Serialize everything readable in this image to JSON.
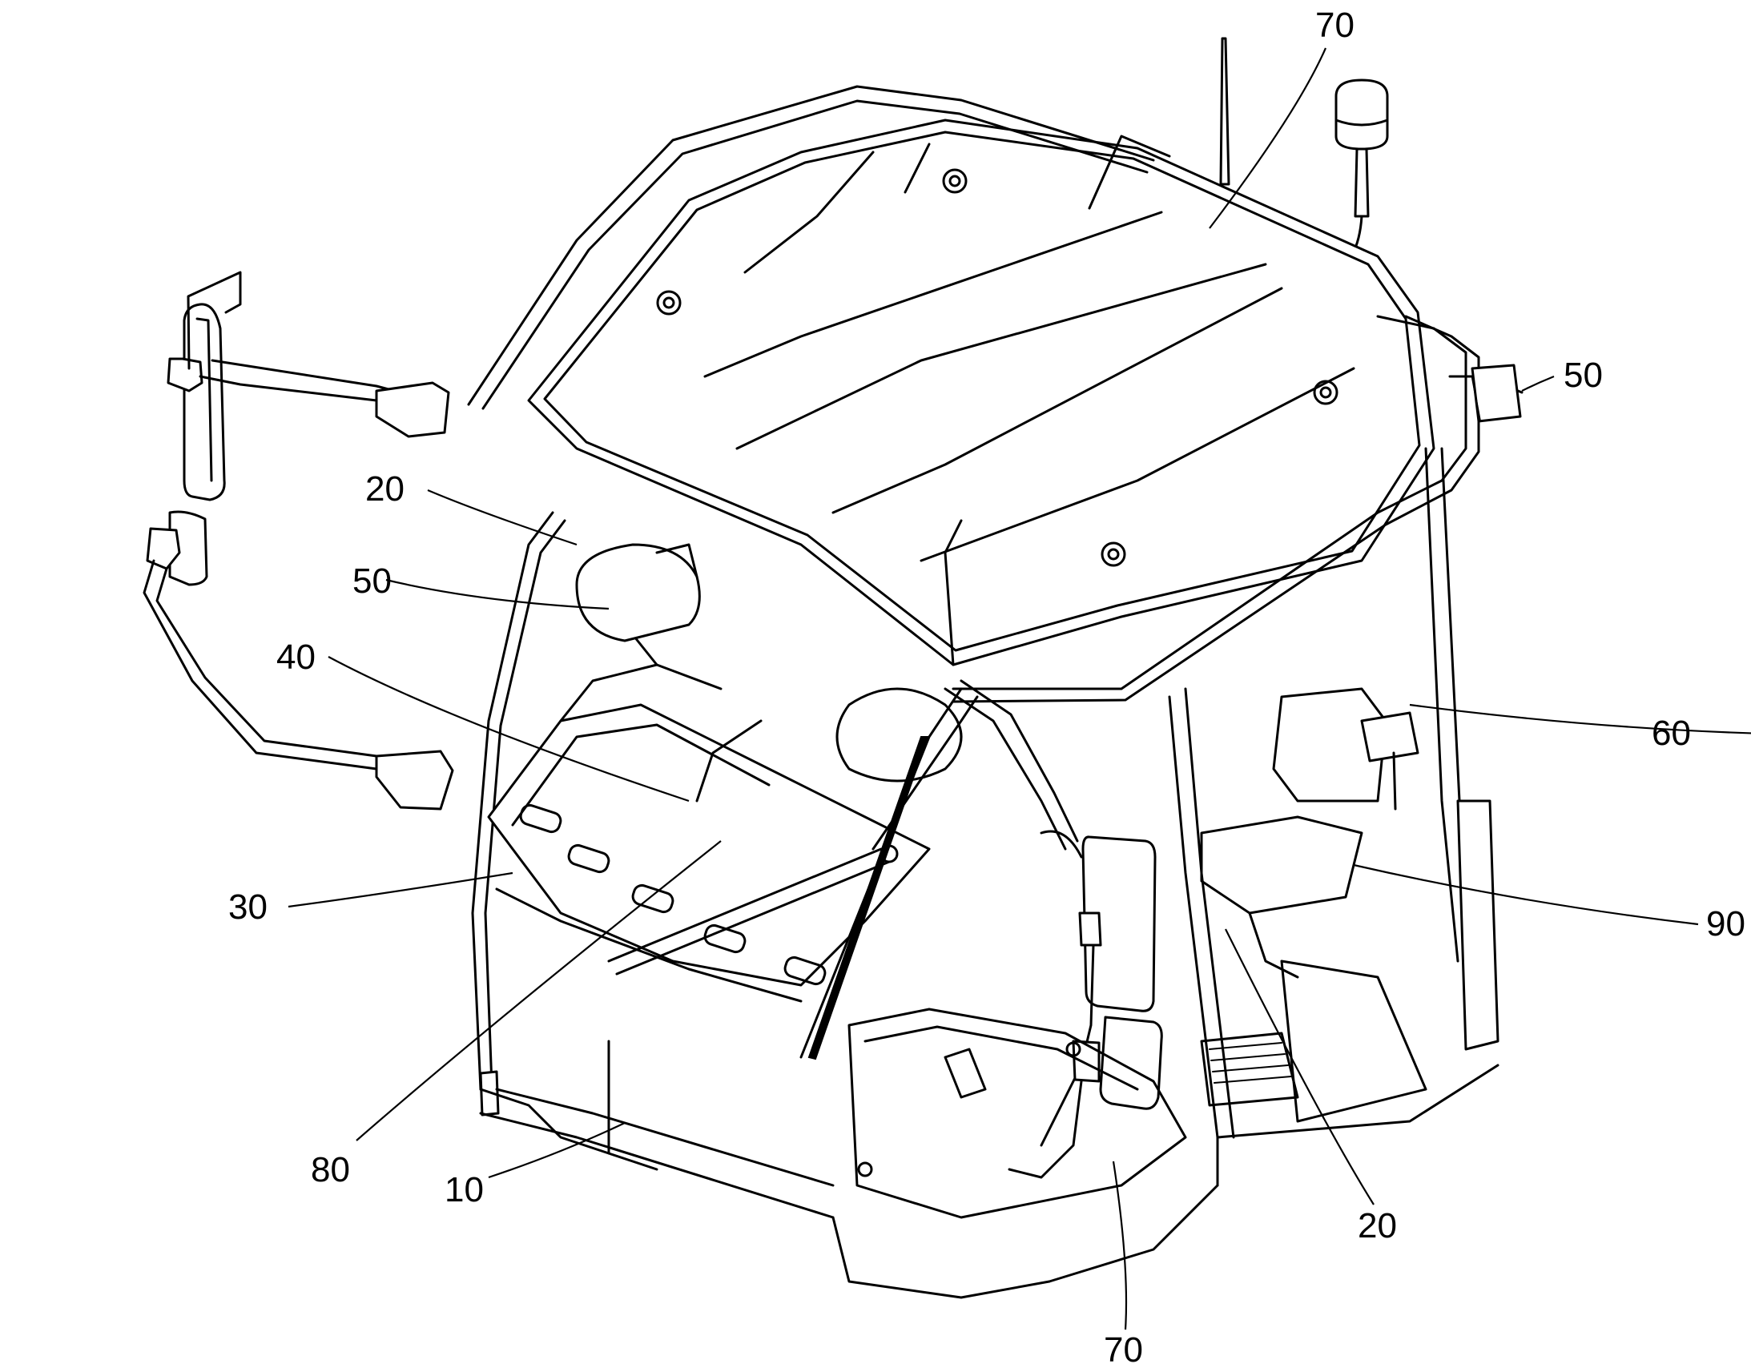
{
  "figure": {
    "callouts": [
      {
        "id": "c70-top",
        "label": "70"
      },
      {
        "id": "c50-right",
        "label": "50"
      },
      {
        "id": "c20-left",
        "label": "20"
      },
      {
        "id": "c50-left",
        "label": "50"
      },
      {
        "id": "c40",
        "label": "40"
      },
      {
        "id": "c60",
        "label": "60"
      },
      {
        "id": "c30",
        "label": "30"
      },
      {
        "id": "c90",
        "label": "90"
      },
      {
        "id": "c80",
        "label": "80"
      },
      {
        "id": "c10",
        "label": "10"
      },
      {
        "id": "c20-bottom",
        "label": "20"
      },
      {
        "id": "c70-bottom",
        "label": "70"
      }
    ]
  }
}
